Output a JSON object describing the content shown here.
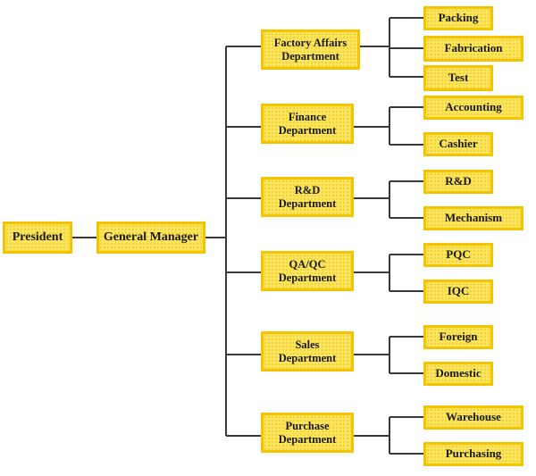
{
  "org_chart": {
    "root": "President",
    "manager": "General Manager",
    "departments": [
      {
        "name": "Factory Affairs\nDepartment",
        "units": [
          "Packing",
          "Fabrication",
          "Test"
        ]
      },
      {
        "name": "Finance\nDepartment",
        "units": [
          "Accounting",
          "Cashier"
        ]
      },
      {
        "name": "R&D\nDepartment",
        "units": [
          "R&D",
          "Mechanism"
        ]
      },
      {
        "name": "QA/QC\nDepartment",
        "units": [
          "PQC",
          "IQC"
        ]
      },
      {
        "name": "Sales\nDepartment",
        "units": [
          "Foreign",
          "Domestic"
        ]
      },
      {
        "name": "Purchase\nDepartment",
        "units": [
          "Warehouse",
          "Purchasing"
        ]
      }
    ]
  },
  "colors": {
    "box_fill": "#fde55a",
    "box_border": "#f5c400",
    "connector": "#3a3a3a",
    "text": "#1a1a1a"
  }
}
